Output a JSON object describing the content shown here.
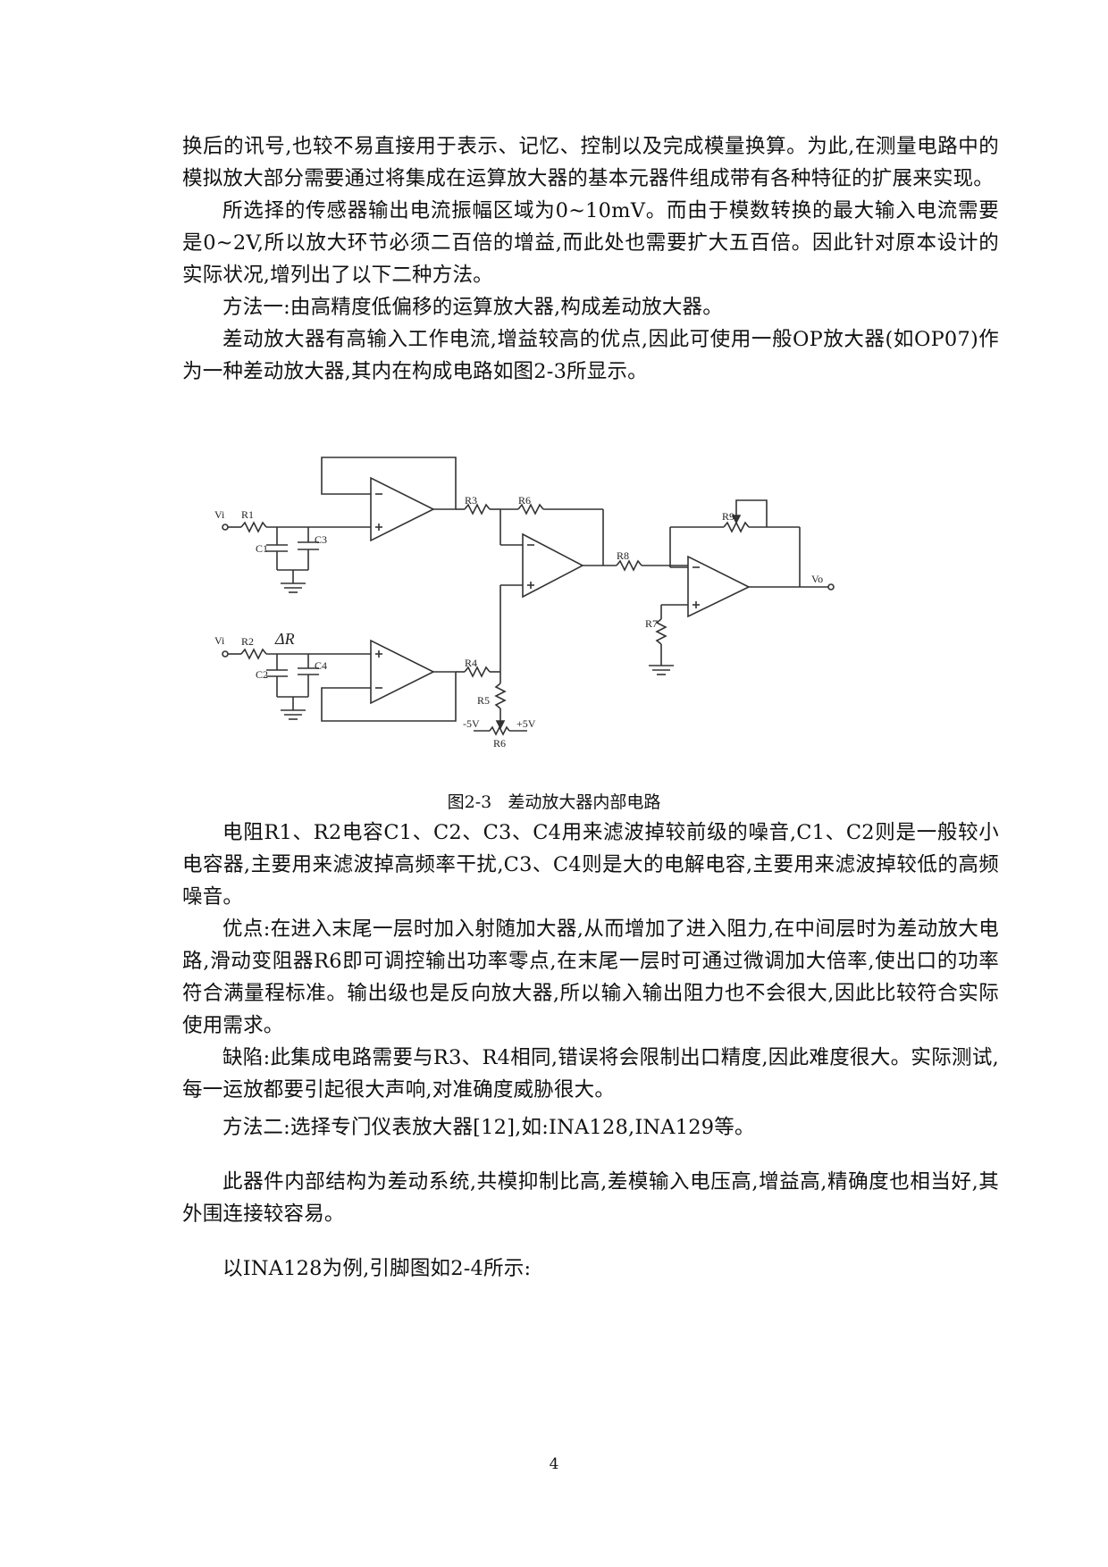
{
  "paragraphs_top": [
    {
      "text": "换后的讯号,也较不易直接用于表示、记忆、控制以及完成模量换算。为此,在测量电路中的模拟放大部分需要通过将集成在运算放大器的基本元器件组成带有各种特征的扩展来实现。",
      "indent": false
    },
    {
      "text": "所选择的传感器输出电流振幅区域为0~10mV。而由于模数转换的最大输入电流需要是0~2V,所以放大环节必须二百倍的增益,而此处也需要扩大五百倍。因此针对原本设计的实际状况,增列出了以下二种方法。",
      "indent": true
    },
    {
      "text": "方法一:由高精度低偏移的运算放大器,构成差动放大器。",
      "indent": true
    },
    {
      "text": "差动放大器有高输入工作电流,增益较高的优点,因此可使用一般OP放大器(如OP07)作为一种差动放大器,其内在构成电路如图2-3所显示。",
      "indent": true
    }
  ],
  "figure": {
    "caption": "图2-3   差动放大器内部电路",
    "labels": {
      "vi_top": "Vi",
      "vi_bottom": "Vi",
      "r1": "R1",
      "r2": "R2",
      "r3": "R3",
      "r4": "R4",
      "r5": "R5",
      "r6_top": "R6",
      "r6_bottom": "R6",
      "r7": "R7",
      "r8": "R8",
      "r9": "R9",
      "c1": "C1",
      "c2": "C2",
      "c3": "C3",
      "c4": "C4",
      "delta_r": "ΔR",
      "vo": "Vo",
      "neg5v": "-5V",
      "pos5v": "+5V"
    }
  },
  "paragraphs_bottom": [
    {
      "text": "电阻R1、R2电容C1、C2、C3、C4用来滤波掉较前级的噪音,C1、C2则是一般较小电容器,主要用来滤波掉高频率干扰,C3、C4则是大的电解电容,主要用来滤波掉较低的高频噪音。"
    },
    {
      "text": "优点:在进入末尾一层时加入射随加大器,从而增加了进入阻力,在中间层时为差动放大电路,滑动变阻器R6即可调控输出功率零点,在末尾一层时可通过微调加大倍率,使出口的功率符合满量程标准。输出级也是反向放大器,所以输入输出阻力也不会很大,因此比较符合实际使用需求。"
    },
    {
      "text": "缺陷:此集成电路需要与R3、R4相同,错误将会限制出口精度,因此难度很大。实际测试,每一运放都要引起很大声响,对准确度威胁很大。"
    }
  ],
  "paragraphs_method2": [
    {
      "text": "方法二:选择专门仪表放大器[12],如:INA128,INA129等。"
    },
    {
      "text": "此器件内部结构为差动系统,共模抑制比高,差模输入电压高,增益高,精确度也相当好,其外围连接较容易。"
    },
    {
      "text": "以INA128为例,引脚图如2-4所示:"
    }
  ],
  "page_number": "4"
}
